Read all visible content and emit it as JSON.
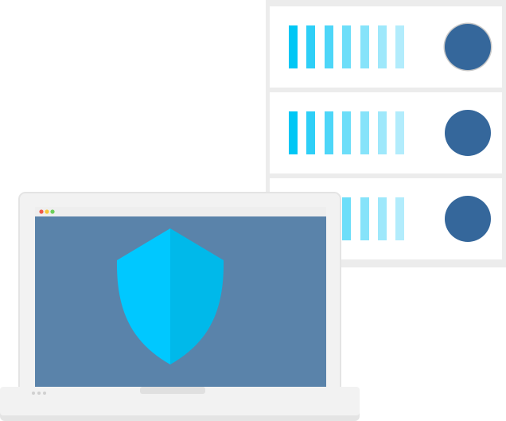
{
  "colors": {
    "background": "#ffffff",
    "rack_frame": "#ececec",
    "server_unit": "#ffffff",
    "led_levels": [
      "#00c7f5",
      "#2ecff7",
      "#4dd6f8",
      "#6ddef9",
      "#86e3fa",
      "#9ee8fb",
      "#b2ecfc"
    ],
    "power_light": "#35679b",
    "power_light_rim": "#c9c9c9",
    "laptop_bezel": "#f2f2f2",
    "laptop_bezel_edge": "#e4e4e4",
    "screen": "#5a83aa",
    "browser_bar": "#eeeeee",
    "traffic_red": "#f05a4a",
    "traffic_yellow": "#f6c83a",
    "traffic_green": "#6ccf5a",
    "shield_light": "#00c8ff",
    "shield_dark": "#00b9ea",
    "laptop_base": "#f2f2f2",
    "laptop_base_shadow": "#e4e4e4",
    "trackpad_notch": "#e0e0e0",
    "base_dots": "#d0d0d0"
  },
  "server_units": [
    {
      "leds": 7,
      "power_icon": "power-light-icon"
    },
    {
      "leds": 7,
      "power_icon": "power-light-icon"
    },
    {
      "leds": 7,
      "power_icon": "power-light-icon"
    }
  ],
  "laptop": {
    "icon": "laptop-icon",
    "screen_icon": "security-shield-icon",
    "browser_controls": [
      "close-dot-icon",
      "minimize-dot-icon",
      "maximize-dot-icon"
    ]
  }
}
